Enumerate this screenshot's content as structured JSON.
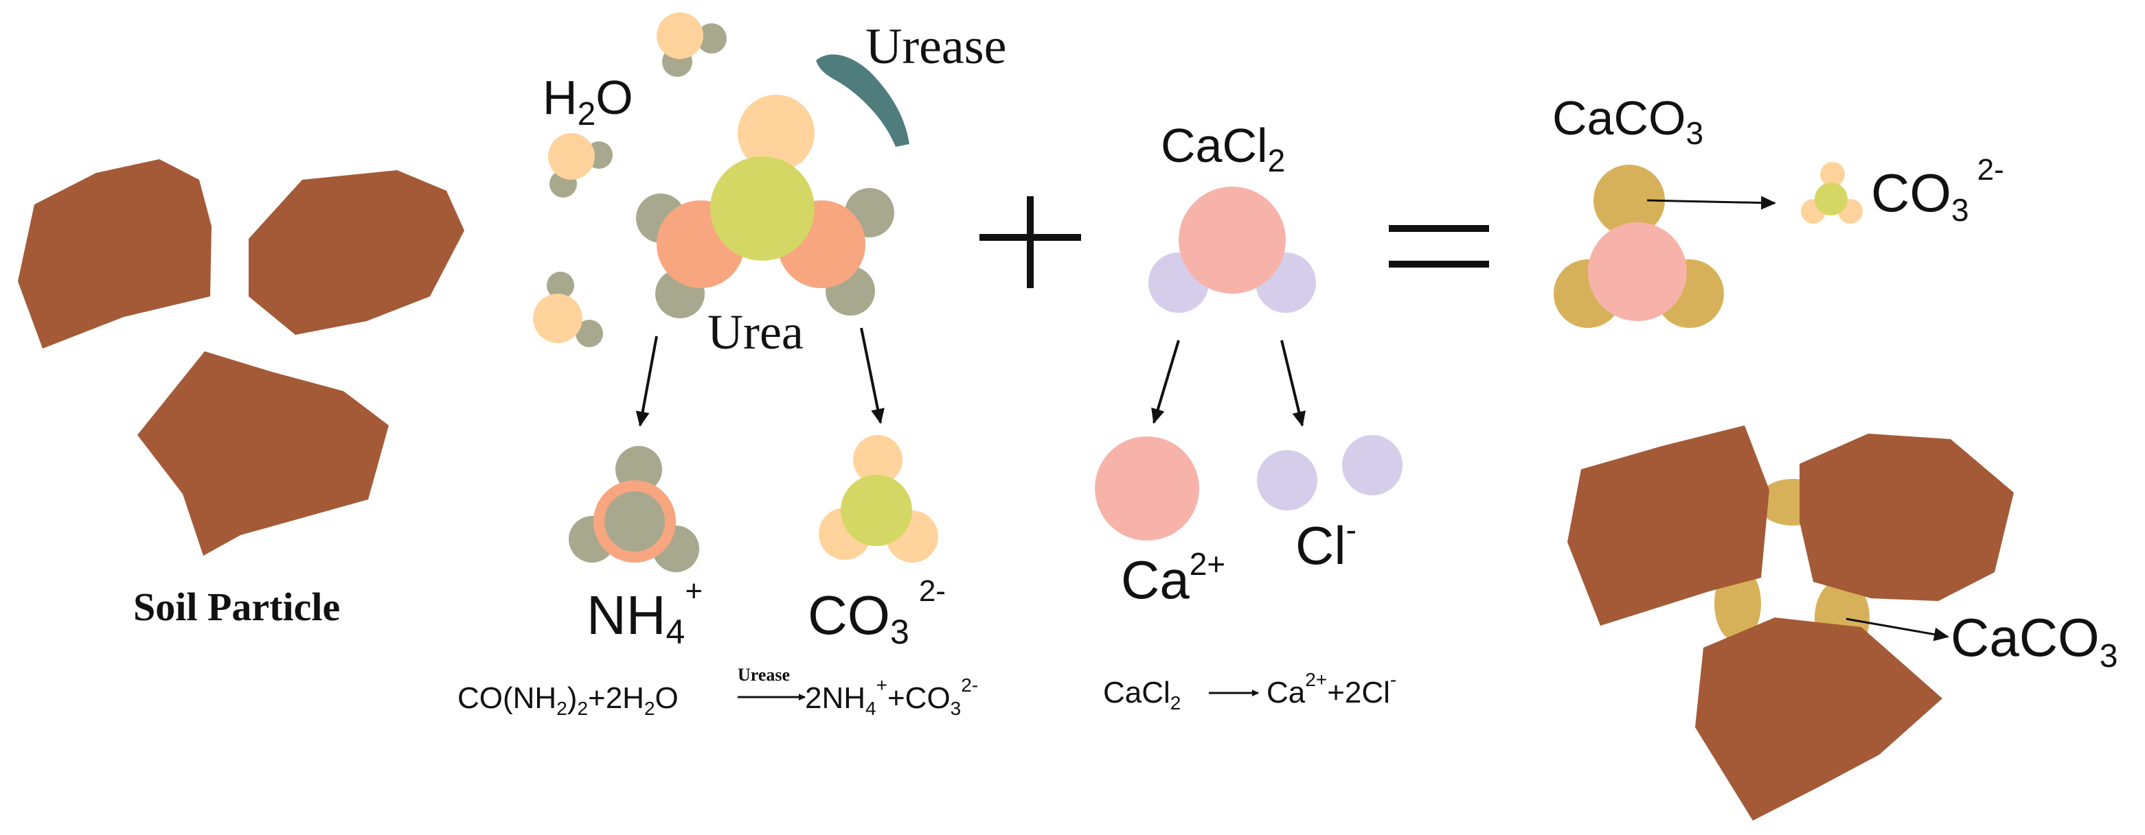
{
  "colors": {
    "soil": "#A45A37",
    "gray_atom": "#A8A88E",
    "peach_atom": "#FFD39B",
    "yellow_green_atom": "#D4D763",
    "salmon_atom": "#F7A67F",
    "pink_atom": "#F7B3AA",
    "lavender_atom": "#D6CDEB",
    "gold_atom": "#D7B15A",
    "urease_enzyme": "#4F7C7C",
    "text": "#111111"
  },
  "labels": {
    "soil_particle": "Soil Particle",
    "h2o_main": "H",
    "h2o_sub": "2",
    "h2o_tail": "O",
    "urease": "Urease",
    "urea": "Urea",
    "nh4_main": "NH",
    "nh4_sub": "4",
    "nh4_sup": "+",
    "co3_main": "CO",
    "co3_sub": "3",
    "co3_sup": "2-",
    "plus_sign": "+",
    "equals_sign": "=",
    "cacl2_main": "CaCl",
    "cacl2_sub": "2",
    "ca_main": "Ca",
    "ca_sup": "2+",
    "cl_main": "Cl",
    "cl_sup": "-",
    "caco3_main": "CaCO",
    "caco3_sub": "3",
    "caco3_product_main": "CaCO",
    "caco3_product_sub": "3"
  },
  "equations": {
    "urea_hydrolysis": {
      "lhs_1": "CO(NH",
      "lhs_sub_1": "2",
      "lhs_2": ")",
      "lhs_sub_2": "2",
      "lhs_3": "+2H",
      "lhs_sub_3": "2",
      "lhs_4": "O",
      "catalyst": "Urease",
      "rhs_1": "2NH",
      "rhs_sub_1": "4",
      "rhs_sup_1": "+",
      "rhs_2": "+CO",
      "rhs_sub_2": "3",
      "rhs_sup_2": "2-"
    },
    "cacl2_dissociation": {
      "lhs": "CaCl",
      "lhs_sub": "2",
      "rhs_1": "Ca",
      "rhs_sup_1": "2+",
      "rhs_2": "+2Cl",
      "rhs_sup_2": "-"
    }
  }
}
